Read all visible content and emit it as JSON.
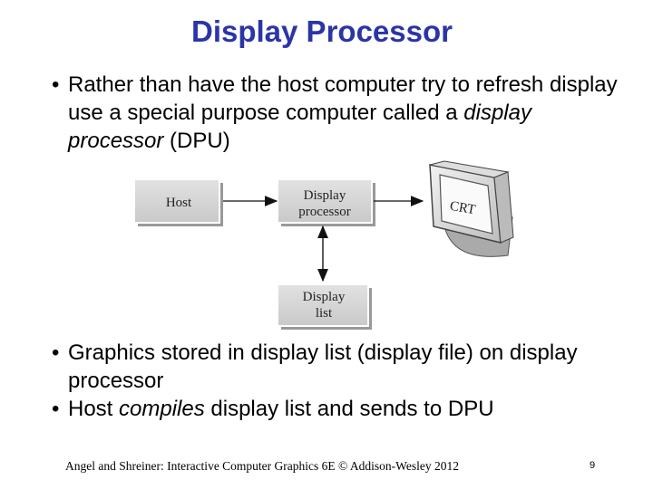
{
  "slide": {
    "title": "Display Processor",
    "bullet1": {
      "pre": "Rather than have the host computer try to refresh display use a special purpose computer called a ",
      "em": "display processor",
      "post": " (DPU)"
    },
    "bullet2": "Graphics stored in display list (display file) on display processor",
    "bullet3": {
      "pre": "Host ",
      "em": "compiles",
      "post": " display list and sends to DPU"
    },
    "footer": "Angel and Shreiner: Interactive Computer Graphics 6E © Addison-Wesley 2012",
    "page_number": "9"
  },
  "diagram": {
    "host": "Host",
    "dp_line1": "Display",
    "dp_line2": "processor",
    "dl_line1": "Display",
    "dl_line2": "list",
    "crt": "CRT"
  }
}
